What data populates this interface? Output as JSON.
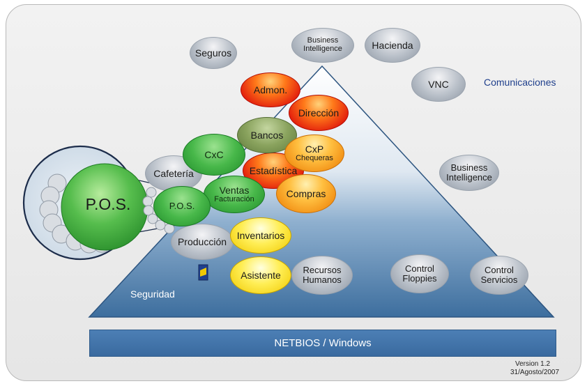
{
  "diagram": {
    "base_bar": "NETBIOS / Windows",
    "security_label": "Seguridad",
    "communications_label": "Comunicaciones",
    "version": "Version 1.2",
    "date": "31/Agosto/2007",
    "pos_large": "P.O.S.",
    "nodes": {
      "seguros": "Seguros",
      "bi_top_1": "Business",
      "bi_top_2": "Intelligence",
      "hacienda": "Hacienda",
      "vnc": "VNC",
      "bi_right_1": "Business",
      "bi_right_2": "Intelligence",
      "admon": "Admon.",
      "direccion": "Dirección",
      "bancos": "Bancos",
      "cxc": "CxC",
      "cxp": "CxP",
      "cxp_sub": "Chequeras",
      "estadistica": "Estadística",
      "cafeteria": "Cafetería",
      "ventas": "Ventas",
      "ventas_sub": "Facturación",
      "compras": "Compras",
      "pos_small": "P.O.S.",
      "produccion": "Producción",
      "inventarios": "Inventarios",
      "asistente": "Asistente",
      "rh_1": "Recursos",
      "rh_2": "Humanos",
      "cf_1": "Control",
      "cf_2": "Floppies",
      "cs_1": "Control",
      "cs_2": "Servicios"
    },
    "colors": {
      "accent_blue": "#1f3f8c",
      "pyramid_blue": "#3f6fa3"
    }
  }
}
